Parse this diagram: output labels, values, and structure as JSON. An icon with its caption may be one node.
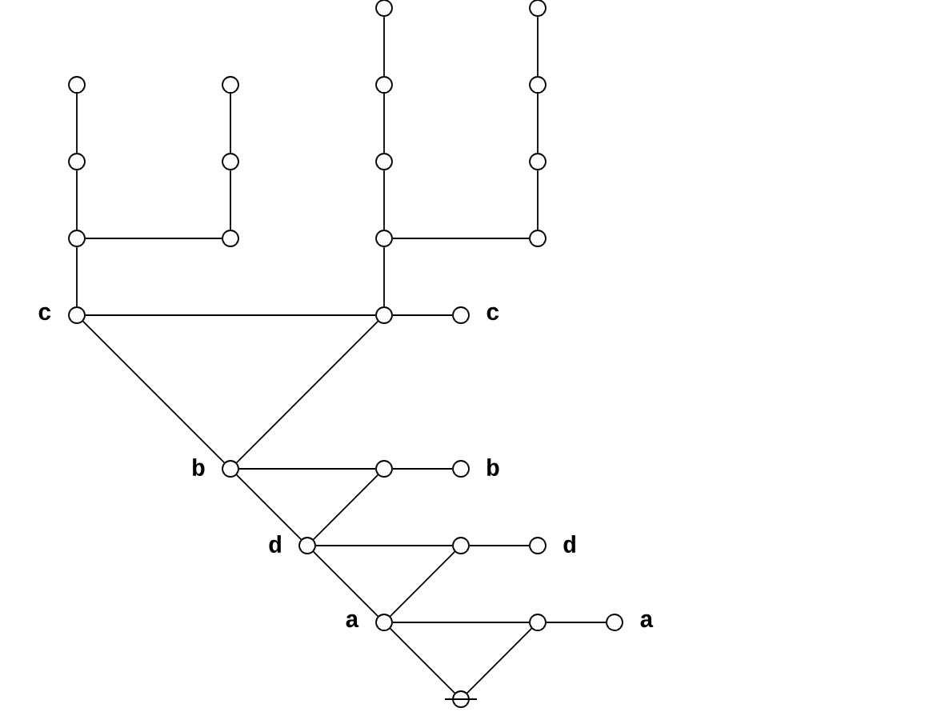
{
  "diagram": {
    "nodes": [
      {
        "text": [],
        "shape": "circle"
      },
      {
        "text": [],
        "shape": "circle"
      },
      {
        "text": [],
        "shape": "circle"
      },
      {
        "text": [],
        "shape": "circle"
      },
      {
        "text": [],
        "shape": "circle"
      },
      {
        "text": [],
        "shape": "circle"
      },
      {
        "text": [],
        "shape": "circle"
      },
      {
        "text": [],
        "shape": "circle"
      },
      {
        "text": [],
        "shape": "circle"
      },
      {
        "text": [],
        "shape": "circle"
      },
      {
        "text": [],
        "shape": "circle"
      },
      {
        "text": [],
        "shape": "circle"
      },
      {
        "text": [],
        "shape": "circle"
      },
      {
        "text": [],
        "shape": "circle"
      },
      {
        "text": [],
        "shape": "circle",
        "beside": [
          "c"
        ]
      },
      {
        "text": [],
        "shape": "circle"
      },
      {
        "text": [],
        "shape": "circle",
        "beside": [
          "c"
        ]
      },
      {
        "text": [],
        "shape": "circle",
        "beside": [
          "b"
        ]
      },
      {
        "text": [],
        "shape": "circle"
      },
      {
        "text": [],
        "shape": "circle",
        "beside": [
          "b"
        ]
      },
      {
        "text": [],
        "shape": "circle",
        "beside": [
          "d"
        ]
      },
      {
        "text": [],
        "shape": "circle"
      },
      {
        "text": [],
        "shape": "circle",
        "beside": [
          "d"
        ]
      },
      {
        "text": [],
        "shape": "circle",
        "beside": [
          "a"
        ]
      },
      {
        "text": [],
        "shape": "circle"
      },
      {
        "text": [],
        "shape": "circle",
        "beside": [
          "a"
        ]
      },
      {
        "text": [],
        "shape": "circle"
      }
    ],
    "edges": [
      {
        "from": 0,
        "to": 4,
        "arrow": "none"
      },
      {
        "from": 4,
        "to": 8,
        "arrow": "none"
      },
      {
        "from": 8,
        "to": 12,
        "arrow": "none"
      },
      {
        "from": 1,
        "to": 5,
        "arrow": "none"
      },
      {
        "from": 5,
        "to": 9,
        "arrow": "none"
      },
      {
        "from": 9,
        "to": 13,
        "arrow": "none"
      },
      {
        "from": 2,
        "to": 6,
        "arrow": "none"
      },
      {
        "from": 6,
        "to": 10,
        "arrow": "none"
      },
      {
        "from": 3,
        "to": 7,
        "arrow": "none"
      },
      {
        "from": 7,
        "to": 11,
        "arrow": "none"
      },
      {
        "from": 10,
        "to": 11,
        "arrow": "none"
      },
      {
        "from": 12,
        "to": 13,
        "arrow": "none"
      },
      {
        "from": 10,
        "to": 14,
        "arrow": "none"
      },
      {
        "from": 12,
        "to": 15,
        "arrow": "none"
      },
      {
        "from": 14,
        "to": 15,
        "arrow": "none"
      },
      {
        "from": 15,
        "to": 16,
        "arrow": "none"
      },
      {
        "from": 14,
        "to": 17,
        "arrow": "none"
      },
      {
        "from": 15,
        "to": 17,
        "arrow": "none"
      },
      {
        "from": 17,
        "to": 18,
        "arrow": "none"
      },
      {
        "from": 18,
        "to": 19,
        "arrow": "none"
      },
      {
        "from": 17,
        "to": 20,
        "arrow": "none"
      },
      {
        "from": 18,
        "to": 20,
        "arrow": "none"
      },
      {
        "from": 20,
        "to": 21,
        "arrow": "none"
      },
      {
        "from": 21,
        "to": 22,
        "arrow": "none"
      },
      {
        "from": 20,
        "to": 23,
        "arrow": "none"
      },
      {
        "from": 21,
        "to": 23,
        "arrow": "none"
      },
      {
        "from": 23,
        "to": 24,
        "arrow": "none"
      },
      {
        "from": 24,
        "to": 25,
        "arrow": "none"
      },
      {
        "from": 23,
        "to": 26,
        "arrow": "none"
      },
      {
        "from": 24,
        "to": 26,
        "arrow": "none"
      }
    ]
  }
}
